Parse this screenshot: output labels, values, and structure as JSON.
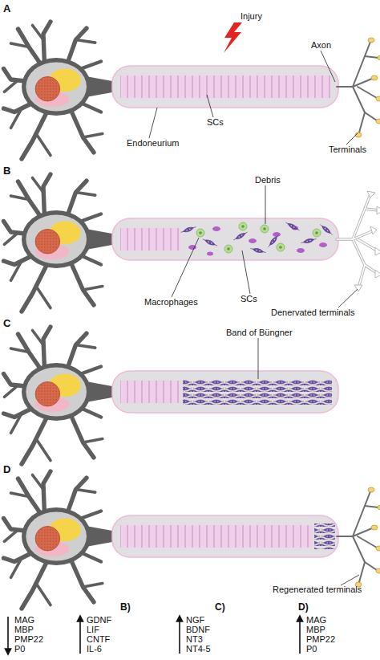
{
  "diagram": {
    "labels": [
      "A",
      "Injury",
      "Axon",
      "SCs",
      "Endoneurium",
      "Terminals",
      "B",
      "Debris",
      "Macrophages",
      "SCs",
      "Denervated terminals",
      "C",
      "Band of Büngner",
      "D",
      "Regenerated terminals",
      "B)",
      "C)",
      "D)",
      "MAG",
      "MBP",
      "PMP22",
      "P0",
      "GDNF",
      "LIF",
      "CNTF",
      "IL-6",
      "NGF",
      "BDNF",
      "NT3",
      "NT4-5",
      "MAG",
      "MBP",
      "PMP22",
      "P0"
    ]
  }
}
